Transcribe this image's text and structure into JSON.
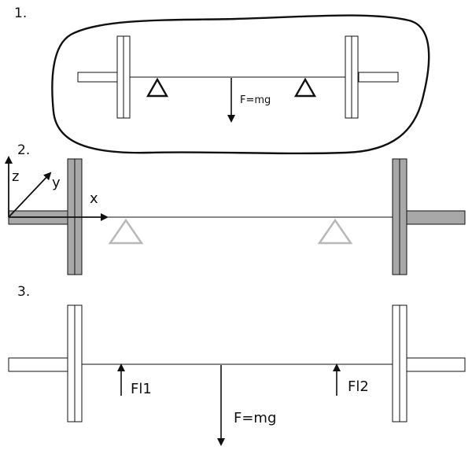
{
  "steps": {
    "one": "1.",
    "two": "2.",
    "three": "3."
  },
  "panel1": {
    "force_label": "F=mg"
  },
  "panel2": {
    "axis_x": "x",
    "axis_y": "y",
    "axis_z": "z"
  },
  "panel3": {
    "force_label": "F=mg",
    "left_reaction_label": "Fl1",
    "right_reaction_label": "Fl2"
  },
  "colors": {
    "line": "#111111",
    "plate_gray": "#a8a8a8",
    "support_gray": "#b8b8b8"
  }
}
